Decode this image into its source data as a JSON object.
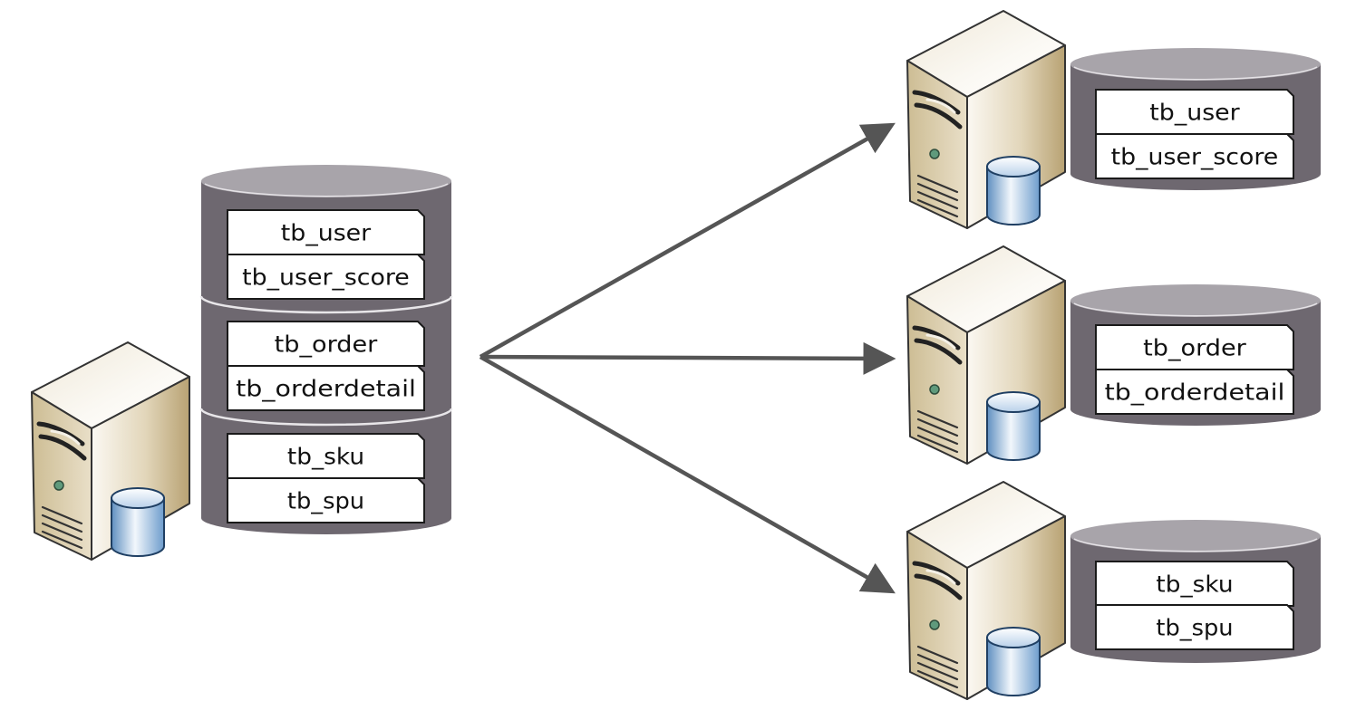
{
  "diagram": {
    "type": "database-vertical-sharding",
    "colors": {
      "cylinder_body": "#6e6870",
      "cylinder_top": "#a8a4aa",
      "arrow": "#555555",
      "server_face": "#d8cbab",
      "mini_db": "#8fb6dc"
    },
    "source": {
      "name": "source-server",
      "icon": "database-server-icon",
      "groups": [
        {
          "name": "user",
          "tables": [
            "tb_user",
            "tb_user_score"
          ]
        },
        {
          "name": "order",
          "tables": [
            "tb_order",
            "tb_orderdetail"
          ]
        },
        {
          "name": "product",
          "tables": [
            "tb_sku",
            "tb_spu"
          ]
        }
      ]
    },
    "targets": [
      {
        "name": "user-db-server",
        "icon": "database-server-icon",
        "tables": [
          "tb_user",
          "tb_user_score"
        ]
      },
      {
        "name": "order-db-server",
        "icon": "database-server-icon",
        "tables": [
          "tb_order",
          "tb_orderdetail"
        ]
      },
      {
        "name": "product-db-server",
        "icon": "database-server-icon",
        "tables": [
          "tb_sku",
          "tb_spu"
        ]
      }
    ],
    "edges": [
      {
        "from": "source",
        "to": "user-db-server"
      },
      {
        "from": "source",
        "to": "order-db-server"
      },
      {
        "from": "source",
        "to": "product-db-server"
      }
    ]
  }
}
